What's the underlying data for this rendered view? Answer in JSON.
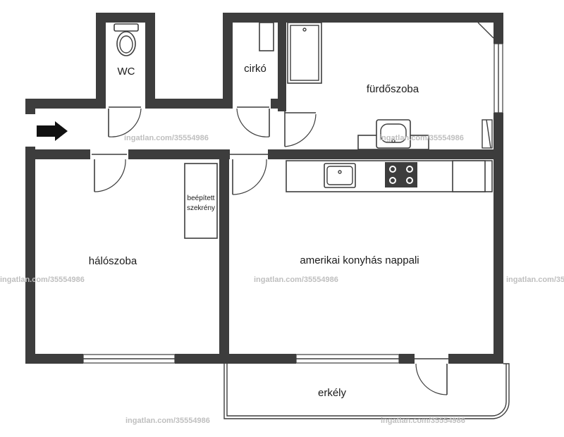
{
  "rooms": {
    "wc": "WC",
    "boiler": "cirkó",
    "bathroom": "fürdőszoba",
    "wardrobe_line1": "beépített",
    "wardrobe_line2": "szekrény",
    "bedroom": "hálószoba",
    "living": "amerikai konyhás nappali",
    "balcony": "erkély"
  },
  "watermark": "ingatlan.com/35554986",
  "colors": {
    "wall": "#3d3d3d",
    "watermark": "#bfbfbf"
  }
}
